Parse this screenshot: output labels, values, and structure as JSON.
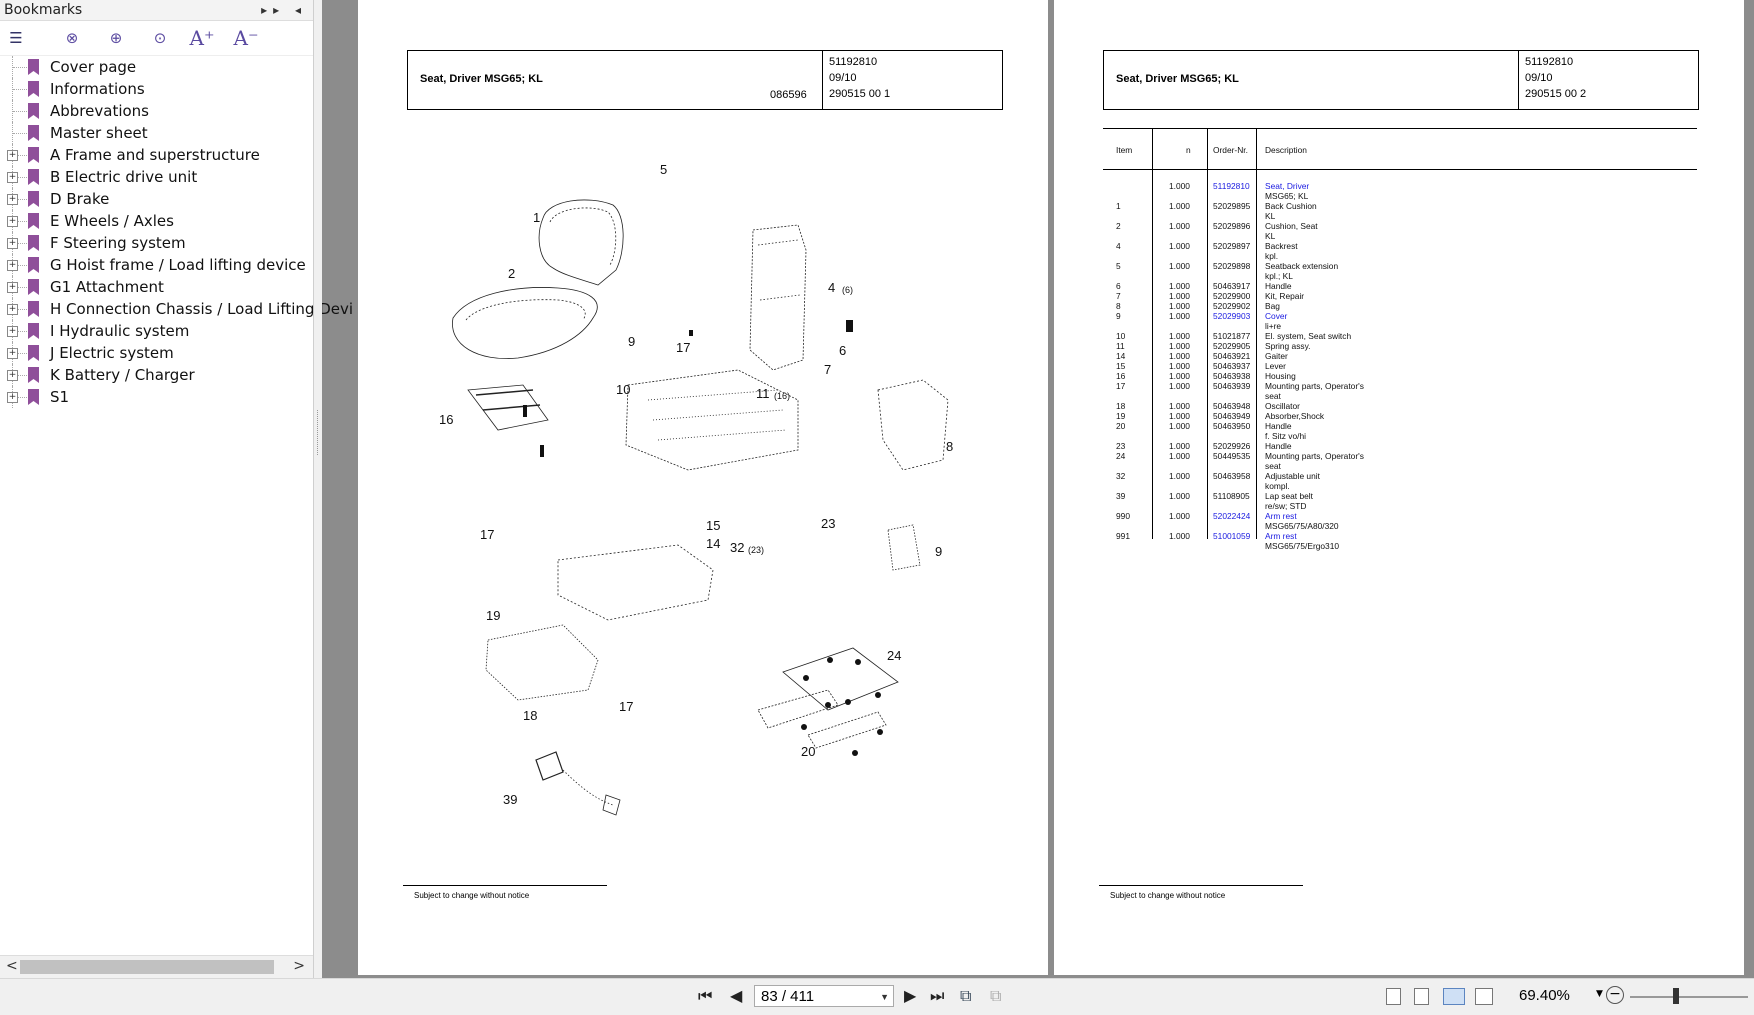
{
  "sidebar": {
    "title": "Bookmarks",
    "items": [
      {
        "label": "Cover page",
        "expandable": false
      },
      {
        "label": "Informations",
        "expandable": false
      },
      {
        "label": "Abbrevations",
        "expandable": false
      },
      {
        "label": "Master sheet",
        "expandable": false
      },
      {
        "label": "A Frame and superstructure",
        "expandable": true
      },
      {
        "label": "B Electric drive unit",
        "expandable": true
      },
      {
        "label": "D Brake",
        "expandable": true
      },
      {
        "label": "E Wheels / Axles",
        "expandable": true
      },
      {
        "label": "F Steering system",
        "expandable": true
      },
      {
        "label": "G Hoist frame / Load lifting device",
        "expandable": true
      },
      {
        "label": "G1 Attachment",
        "expandable": true
      },
      {
        "label": "H Connection Chassis / Load Lifting Devi",
        "expandable": true
      },
      {
        "label": "I Hydraulic system",
        "expandable": true
      },
      {
        "label": "J Electric system",
        "expandable": true
      },
      {
        "label": "K Battery / Charger",
        "expandable": true
      },
      {
        "label": "S1",
        "expandable": true
      }
    ]
  },
  "page1": {
    "title": "Seat, Driver MSG65; KL",
    "drawing_no": "086596",
    "part_no": "51192810",
    "date": "09/10",
    "page_ref": "290515 00 1",
    "footer": "Subject to change without notice",
    "callouts": [
      "5",
      "1",
      "2",
      "4",
      "(6)",
      "6",
      "9",
      "17",
      "7",
      "10",
      "11",
      "(16)",
      "16",
      "8",
      "17",
      "15",
      "14",
      "32",
      "(23)",
      "23",
      "9",
      "19",
      "24",
      "18",
      "17",
      "20",
      "39"
    ]
  },
  "page2": {
    "title": "Seat, Driver MSG65; KL",
    "part_no": "51192810",
    "date": "09/10",
    "page_ref": "290515 00 2",
    "footer": "Subject to change without notice",
    "table": {
      "headers": [
        "Item",
        "n",
        "Order-Nr.",
        "Description"
      ],
      "rows": [
        {
          "item": "",
          "n": "1.000",
          "order": "51192810",
          "desc": "Seat, Driver",
          "link": true
        },
        {
          "item": "",
          "n": "",
          "order": "",
          "desc": "MSG65; KL",
          "link": false
        },
        {
          "item": "1",
          "n": "1.000",
          "order": "52029895",
          "desc": "Back Cushion",
          "link": false
        },
        {
          "item": "",
          "n": "",
          "order": "",
          "desc": "KL",
          "link": false
        },
        {
          "item": "2",
          "n": "1.000",
          "order": "52029896",
          "desc": "Cushion, Seat",
          "link": false
        },
        {
          "item": "",
          "n": "",
          "order": "",
          "desc": "KL",
          "link": false
        },
        {
          "item": "4",
          "n": "1.000",
          "order": "52029897",
          "desc": "Backrest",
          "link": false
        },
        {
          "item": "",
          "n": "",
          "order": "",
          "desc": "kpl.",
          "link": false
        },
        {
          "item": "5",
          "n": "1.000",
          "order": "52029898",
          "desc": "Seatback extension",
          "link": false
        },
        {
          "item": "",
          "n": "",
          "order": "",
          "desc": "kpl.; KL",
          "link": false
        },
        {
          "item": "6",
          "n": "1.000",
          "order": "50463917",
          "desc": "Handle",
          "link": false
        },
        {
          "item": "7",
          "n": "1.000",
          "order": "52029900",
          "desc": "Kit, Repair",
          "link": false
        },
        {
          "item": "8",
          "n": "1.000",
          "order": "52029902",
          "desc": "Bag",
          "link": false
        },
        {
          "item": "9",
          "n": "1.000",
          "order": "52029903",
          "desc": "Cover",
          "link": true
        },
        {
          "item": "",
          "n": "",
          "order": "",
          "desc": "li+re",
          "link": false
        },
        {
          "item": "10",
          "n": "1.000",
          "order": "51021877",
          "desc": "El. system, Seat switch",
          "link": false
        },
        {
          "item": "11",
          "n": "1.000",
          "order": "52029905",
          "desc": "Spring assy.",
          "link": false
        },
        {
          "item": "14",
          "n": "1.000",
          "order": "50463921",
          "desc": "Gaiter",
          "link": false
        },
        {
          "item": "15",
          "n": "1.000",
          "order": "50463937",
          "desc": "Lever",
          "link": false
        },
        {
          "item": "16",
          "n": "1.000",
          "order": "50463938",
          "desc": "Housing",
          "link": false
        },
        {
          "item": "17",
          "n": "1.000",
          "order": "50463939",
          "desc": "Mounting parts, Operator's",
          "link": false
        },
        {
          "item": "",
          "n": "",
          "order": "",
          "desc": "seat",
          "link": false
        },
        {
          "item": "18",
          "n": "1.000",
          "order": "50463948",
          "desc": "Oscillator",
          "link": false
        },
        {
          "item": "19",
          "n": "1.000",
          "order": "50463949",
          "desc": "Absorber,Shock",
          "link": false
        },
        {
          "item": "20",
          "n": "1.000",
          "order": "50463950",
          "desc": "Handle",
          "link": false
        },
        {
          "item": "",
          "n": "",
          "order": "",
          "desc": "f. Sitz vo/hi",
          "link": false
        },
        {
          "item": "23",
          "n": "1.000",
          "order": "52029926",
          "desc": "Handle",
          "link": false
        },
        {
          "item": "24",
          "n": "1.000",
          "order": "50449535",
          "desc": "Mounting parts, Operator's",
          "link": false
        },
        {
          "item": "",
          "n": "",
          "order": "",
          "desc": "seat",
          "link": false
        },
        {
          "item": "32",
          "n": "1.000",
          "order": "50463958",
          "desc": "Adjustable unit",
          "link": false
        },
        {
          "item": "",
          "n": "",
          "order": "",
          "desc": "kompl.",
          "link": false
        },
        {
          "item": "39",
          "n": "1.000",
          "order": "51108905",
          "desc": "Lap seat belt",
          "link": false
        },
        {
          "item": "",
          "n": "",
          "order": "",
          "desc": "re/sw; STD",
          "link": false
        },
        {
          "item": "990",
          "n": "1.000",
          "order": "52022424",
          "desc": "Arm rest",
          "link": true
        },
        {
          "item": "",
          "n": "",
          "order": "",
          "desc": "MSG65/75/A80/320",
          "link": false
        },
        {
          "item": "991",
          "n": "1.000",
          "order": "51001059",
          "desc": "Arm rest",
          "link": true
        },
        {
          "item": "",
          "n": "",
          "order": "",
          "desc": "MSG65/75/Ergo310",
          "link": false
        }
      ]
    }
  },
  "bottombar": {
    "page_indicator": "83 / 411",
    "zoom": "69.40%"
  }
}
